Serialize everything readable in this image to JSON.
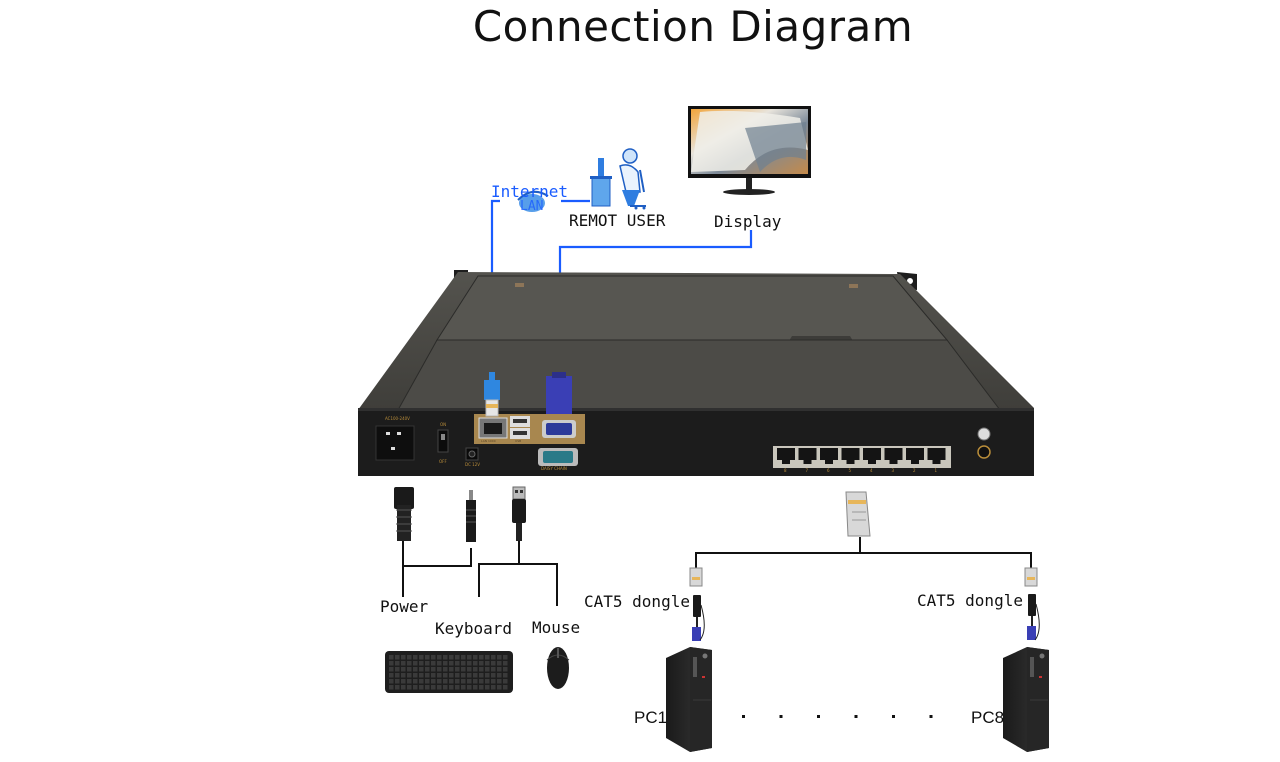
{
  "title": "Connection Diagram",
  "colors": {
    "link_blue": "#1a5cff",
    "wire_black": "#111111",
    "chassis_dark": "#2a2a2a",
    "chassis_top": "#4a4a46",
    "io_panel_gold": "#a8874f",
    "vga_blue": "#3a3fb5",
    "lan_plug_blue": "#2f87e0"
  },
  "top_section": {
    "internet_label": "Internet",
    "lan_label": "LAN",
    "remote_user_label": "REMOT USER",
    "display_label": "Display"
  },
  "device": {
    "name": "KVM console (rear view)",
    "rear_labels": {
      "power_input": "AC100-240V",
      "switch_on": "ON",
      "switch_off": "OFF",
      "dc_input": "DC 12V",
      "lan_port": "LAN 1000",
      "usb_port": "USB",
      "vga_port": "VGA",
      "daisy_chain": "DAISY CHAIN"
    },
    "rj45_ports": [
      "8",
      "7",
      "6",
      "5",
      "4",
      "3",
      "2",
      "1"
    ]
  },
  "peripherals": {
    "power_label": "Power",
    "keyboard_label": "Keyboard",
    "mouse_label": "Mouse"
  },
  "targets": {
    "dongle_left_label": "CAT5 dongle",
    "dongle_right_label": "CAT5 dongle",
    "pc_first_label": "PC1",
    "pc_last_label": "PC8",
    "ellipsis_dots": 6
  }
}
